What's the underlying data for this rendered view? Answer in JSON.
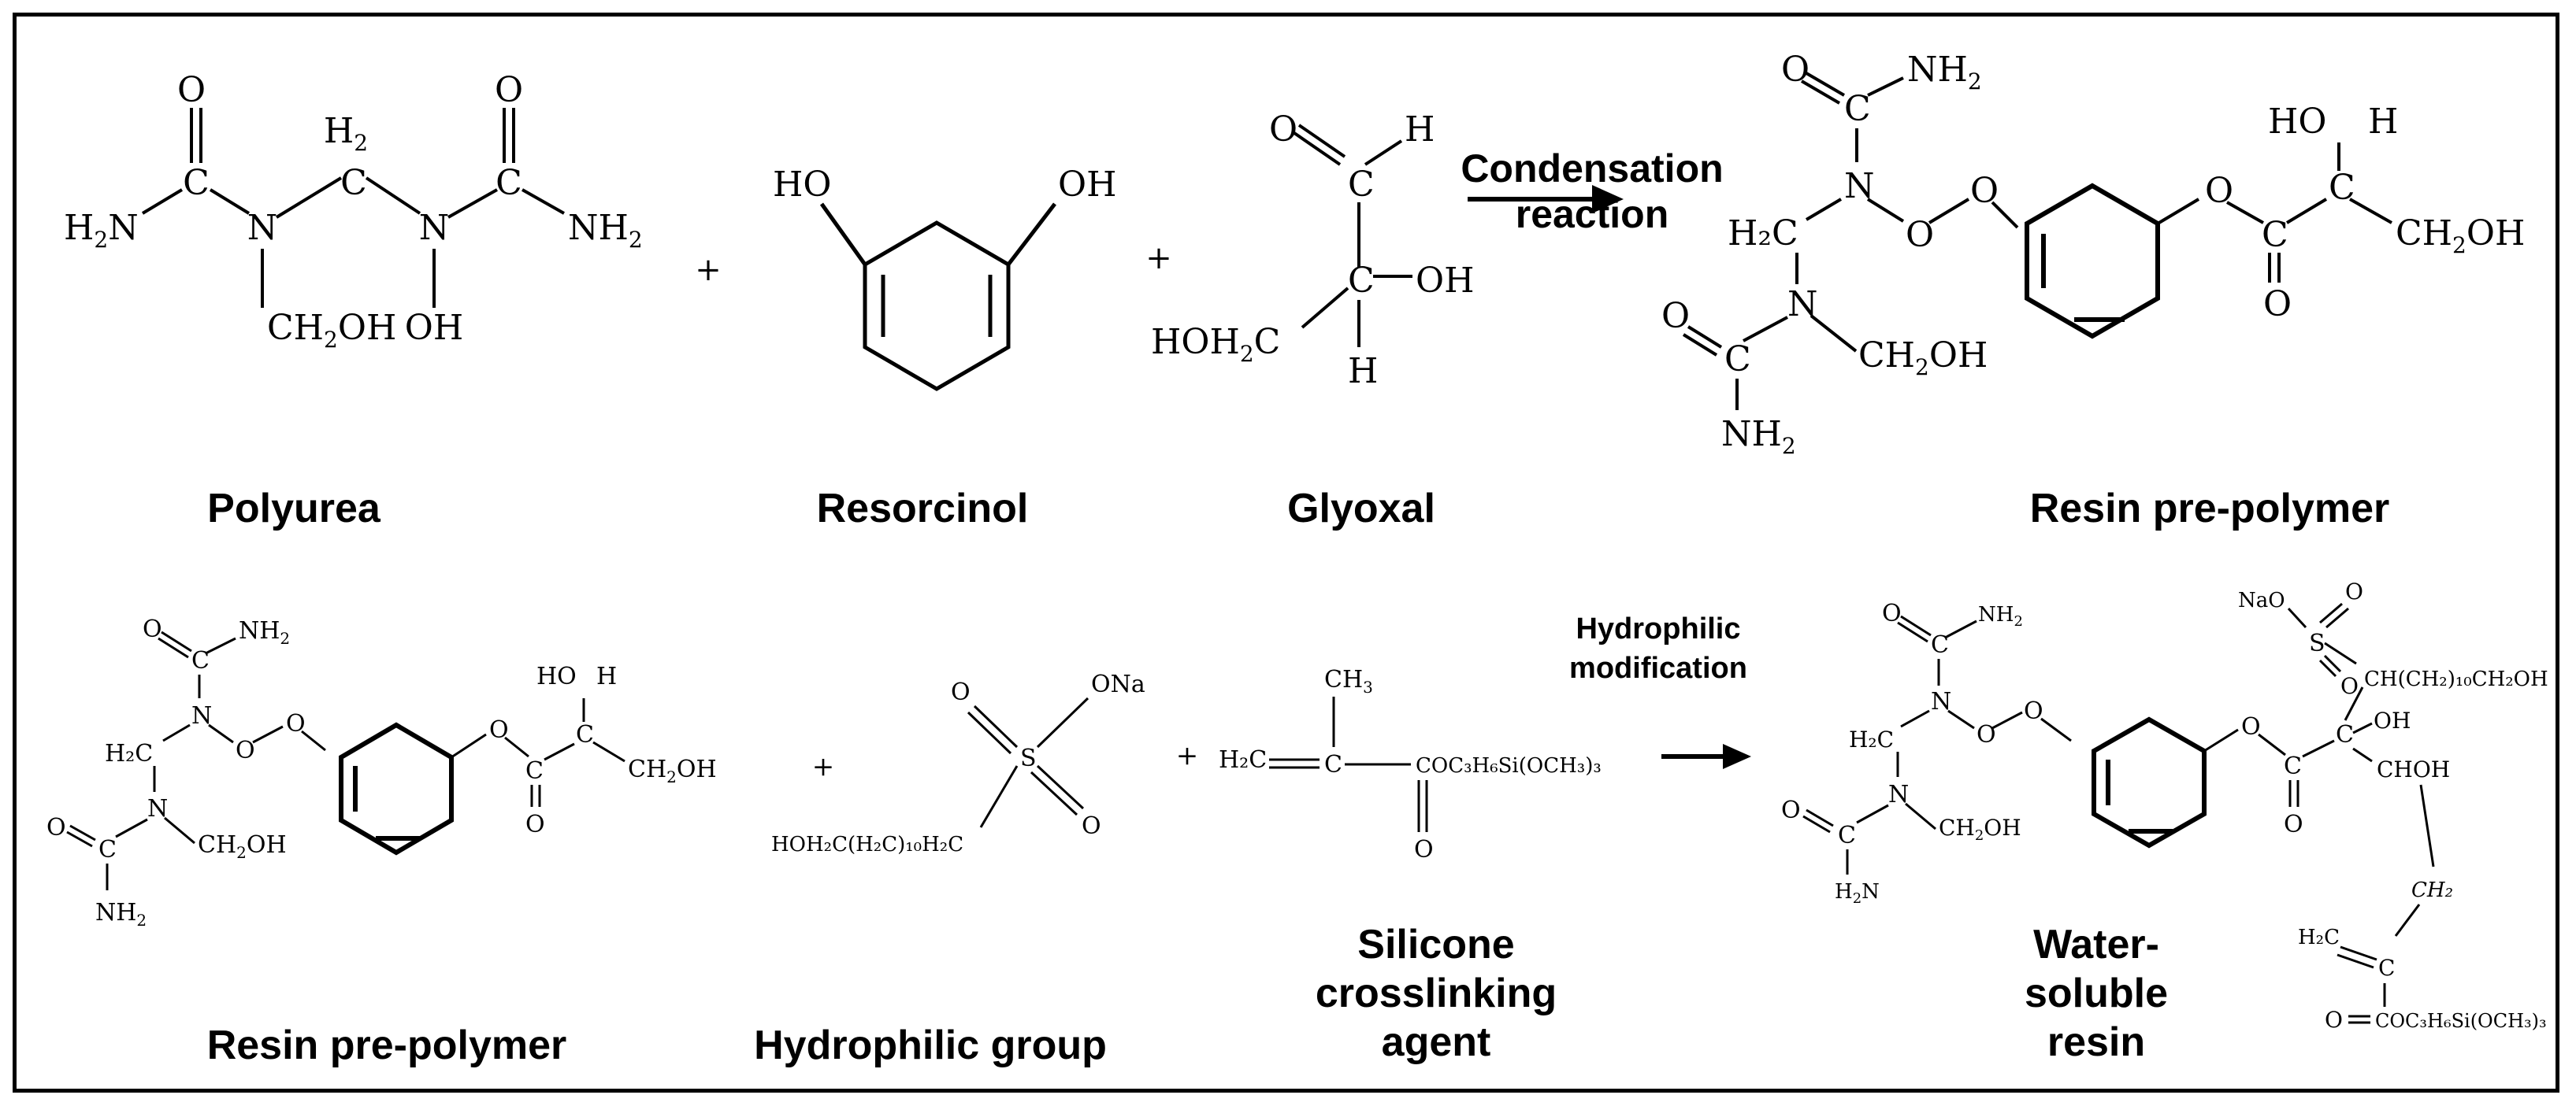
{
  "scheme": {
    "row1": {
      "reactants": [
        {
          "name": "Polyurea"
        },
        {
          "name": "Resorcinol"
        },
        {
          "name": "Glyoxal"
        }
      ],
      "arrow_label_line1": "Condensation",
      "arrow_label_line2": "reaction",
      "product": {
        "name": "Resin pre-polymer"
      }
    },
    "row2": {
      "reactants": [
        {
          "name": "Resin pre-polymer"
        },
        {
          "name": "Hydrophilic group"
        },
        {
          "name_line1": "Silicone",
          "name_line2": "crosslinking",
          "name_line3": "agent"
        }
      ],
      "arrow_label_line1": "Hydrophilic",
      "arrow_label_line2": "modification",
      "product": {
        "name_line1": "Water-",
        "name_line2": "soluble",
        "name_line3": "resin"
      }
    },
    "plus_sign": "+"
  },
  "atoms": {
    "O": "O",
    "H": "H",
    "C": "C",
    "N": "N",
    "H2": "H",
    "sub2": "2",
    "NH2": "NH",
    "H2N": "H",
    "HO": "HO",
    "OH": "OH",
    "CH2OH": "CH",
    "CH2OH_tail": "OH",
    "HOH2C": "HOH",
    "C_tail": "C",
    "S": "S",
    "ONa": "ONa",
    "NaO": "NaO",
    "CH3": "CH",
    "sub3": "3",
    "HOH2C_chain": "HOH₂C(H₂C)₁₀H₂C",
    "silane_ester": "COC₃H₆Si(OCH₃)₃",
    "sulfo_chain": "CH(CH₂)₁₀CH₂OH",
    "CHOH": "CHOH",
    "H2C": "H₂C",
    "CH2_italic": "CH₂"
  }
}
